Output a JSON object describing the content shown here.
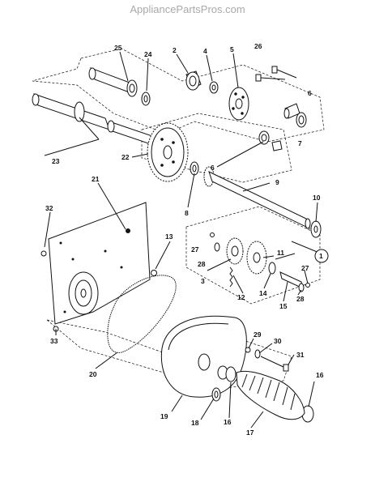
{
  "watermark": "AppliancePartsPros.com",
  "callouts": [
    "25",
    "24",
    "2",
    "4",
    "5",
    "26",
    "6",
    "23",
    "22",
    "7",
    "6",
    "9",
    "8",
    "21",
    "32",
    "10",
    "13",
    "27",
    "11",
    "28",
    "1",
    "3",
    "27",
    "14",
    "12",
    "15",
    "28",
    "20",
    "29",
    "30",
    "33",
    "31",
    "16",
    "19",
    "18",
    "16",
    "17"
  ]
}
